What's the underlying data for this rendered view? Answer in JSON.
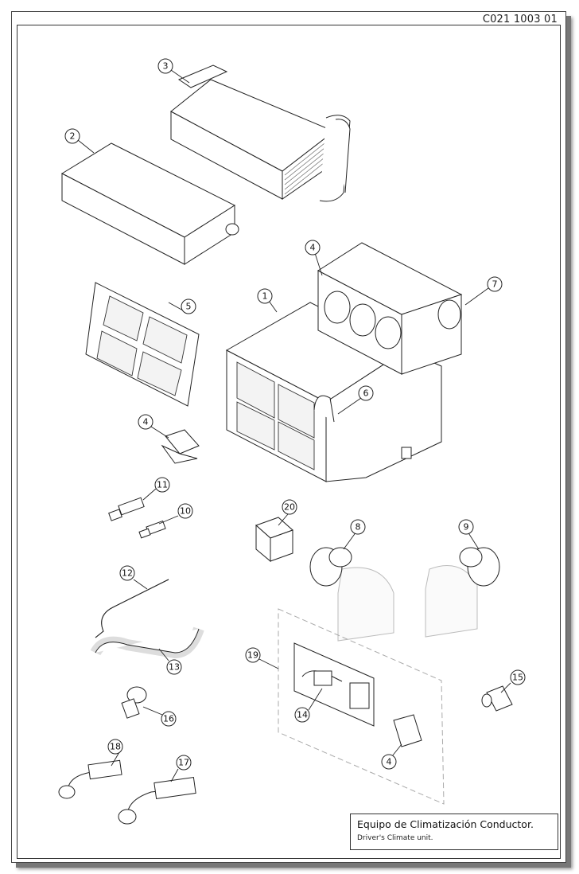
{
  "drawing_code": "C021 1003 01",
  "title_block": {
    "title_es": "Equipo de Climatización Conductor.",
    "title_en": "Driver's Climate unit."
  },
  "callouts": [
    "3",
    "2",
    "4",
    "7",
    "1",
    "5",
    "6",
    "4",
    "11",
    "10",
    "20",
    "8",
    "9",
    "12",
    "13",
    "19",
    "14",
    "15",
    "16",
    "4",
    "18",
    "17"
  ],
  "colors": {
    "line": "#222222",
    "ghost": "#bbbbbb",
    "paper": "#ffffff"
  }
}
